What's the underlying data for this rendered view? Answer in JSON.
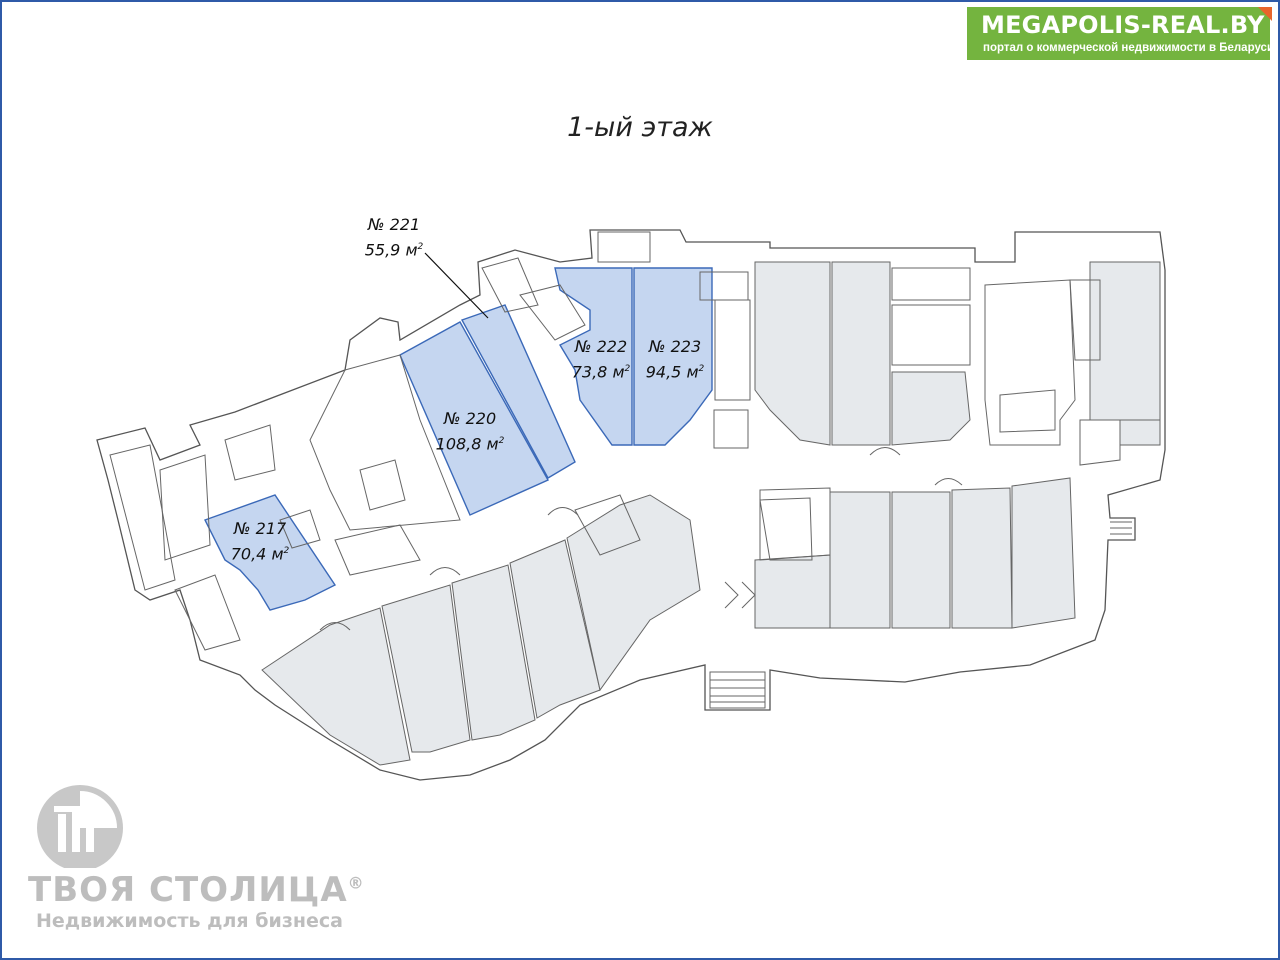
{
  "badge": {
    "title": "MEGAPOLIS-REAL.BY",
    "subtitle": "портал о коммерческой недвижимости в Беларуси",
    "bg_color": "#74b43f",
    "corner_color": "#e8652b"
  },
  "floor_title": "1-ый этаж",
  "colors": {
    "highlight_fill": "#c5d6f0",
    "highlight_stroke": "#3b69b8",
    "shop_fill": "#e6e9ec",
    "wall": "#555555"
  },
  "units": [
    {
      "number": "№ 221",
      "area": "55,9 м",
      "sup": "2"
    },
    {
      "number": "№ 222",
      "area": "73,8 м",
      "sup": "2"
    },
    {
      "number": "№ 223",
      "area": "94,5 м",
      "sup": "2"
    },
    {
      "number": "№ 220",
      "area": "108,8 м",
      "sup": "2"
    },
    {
      "number": "№ 217",
      "area": "70,4 м",
      "sup": "2"
    }
  ],
  "watermark": {
    "title": "ТВОЯ СТОЛИЦА",
    "reg": "®",
    "subtitle": "Недвижимость для бизнеса"
  }
}
